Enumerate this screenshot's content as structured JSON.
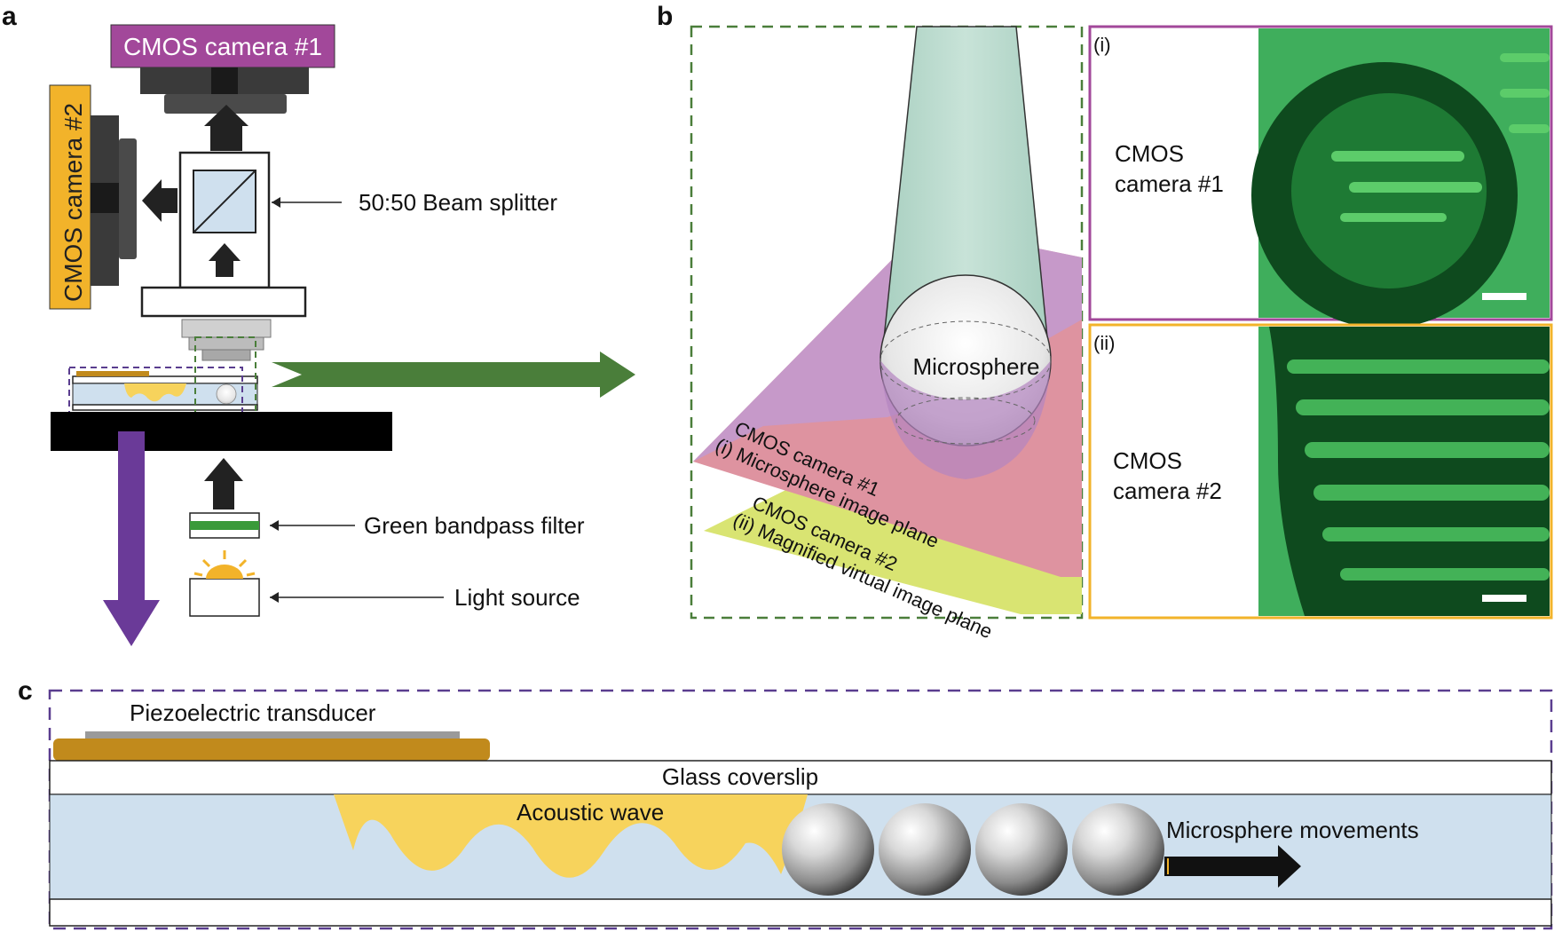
{
  "panels": {
    "a": {
      "letter": "a",
      "camera1_label": "CMOS camera #1",
      "camera2_label": "CMOS camera #2",
      "beam_splitter_label": "50:50 Beam splitter",
      "filter_label": "Green bandpass filter",
      "light_label": "Light source"
    },
    "b": {
      "letter": "b",
      "microsphere_label": "Microsphere",
      "plane1_line1": "CMOS camera #1",
      "plane1_line2": "(i) Microsphere image plane",
      "plane2_line1": "CMOS camera #2",
      "plane2_line2": "(ii) Magnified virtual image plane",
      "inset_i_tag": "(i)",
      "inset_i_line1": "CMOS",
      "inset_i_line2": "camera #1",
      "inset_ii_tag": "(ii)",
      "inset_ii_line1": "CMOS",
      "inset_ii_line2": "camera #2"
    },
    "c": {
      "letter": "c",
      "transducer_label": "Piezoelectric transducer",
      "coverslip_label": "Glass coverslip",
      "wave_label": "Acoustic wave",
      "movement_label": "Microsphere movements"
    }
  },
  "colors": {
    "camera1_magenta": "#a2489a",
    "camera2_orange": "#f2b32a",
    "green_dashed": "#4a7e3a",
    "purple_dashed": "#5a3d8f",
    "green_arrow": "#4a7e3a",
    "purple_arrow": "#6a3a98",
    "water_blue": "#cfe0ee",
    "wave_yellow": "#f7d35c",
    "transducer_gold": "#c18a1c"
  }
}
